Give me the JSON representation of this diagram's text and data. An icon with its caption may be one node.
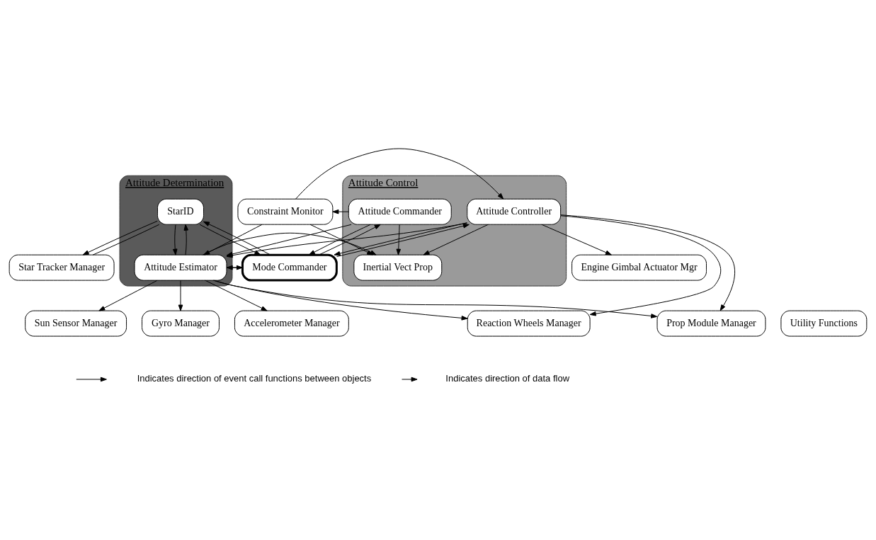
{
  "diagram": {
    "nodes": [
      {
        "text": [
          "Mode Commander"
        ]
      },
      {
        "text": [
          "Attitude Determination"
        ]
      },
      {
        "text": [
          "StarID"
        ],
        "in": 1
      },
      {
        "text": [
          "Attitude Estimator"
        ],
        "in": 1
      },
      {
        "text": [
          "Constraint Monitor"
        ]
      },
      {
        "text": [
          "Attitude Control"
        ]
      },
      {
        "text": [
          "Attitude Commander"
        ],
        "in": 5
      },
      {
        "text": [
          "Inertial Vect Prop"
        ],
        "in": 5
      },
      {
        "text": [
          "Attitude Controller"
        ],
        "in": 5
      },
      {
        "text": [
          "Star Tracker Manager"
        ]
      },
      {
        "text": [
          "Sun Sensor Manager"
        ]
      },
      {
        "text": [
          "Gyro Manager"
        ]
      },
      {
        "text": [
          "Accelerometer Manager"
        ]
      },
      {
        "text": [
          "Reaction Wheels Manager"
        ]
      },
      {
        "text": [
          "Prop Module Manager"
        ]
      },
      {
        "text": [
          "Engine Gimbal Actuator Mgr"
        ]
      },
      {
        "text": [
          "Utility Functions"
        ]
      }
    ],
    "edges": [
      {
        "from": 0,
        "to": 2,
        "arrow": "to"
      },
      {
        "from": 2,
        "to": 0,
        "arrow": "to"
      },
      {
        "from": 0,
        "to": 3,
        "arrow": "to"
      },
      {
        "from": 3,
        "to": 0,
        "arrow": "to"
      },
      {
        "from": 0,
        "to": 6,
        "arrow": "to"
      },
      {
        "from": 6,
        "to": 0,
        "arrow": "to"
      },
      {
        "from": 0,
        "to": 8,
        "arrow": "to"
      },
      {
        "from": 8,
        "to": 0,
        "arrow": "to"
      },
      {
        "from": 2,
        "to": 3,
        "arrow": "to"
      },
      {
        "from": 3,
        "to": 2,
        "arrow": "to"
      },
      {
        "from": 4,
        "to": 3,
        "arrow": "to"
      },
      {
        "from": 6,
        "to": 3,
        "arrow": "to"
      },
      {
        "from": 6,
        "to": 4,
        "arrow": "to"
      },
      {
        "from": 6,
        "to": 7,
        "arrow": "to"
      },
      {
        "from": 4,
        "to": 7,
        "arrow": "to"
      },
      {
        "from": 3,
        "to": 7,
        "arrow": "to"
      },
      {
        "from": 8,
        "to": 7,
        "arrow": "to"
      },
      {
        "from": 4,
        "to": 8,
        "arrow": "to"
      },
      {
        "from": 8,
        "to": 3,
        "arrow": "to"
      },
      {
        "from": 2,
        "to": 9,
        "arrow": "to"
      },
      {
        "from": 9,
        "to": 2,
        "arrow": "none"
      },
      {
        "from": 3,
        "to": 10,
        "arrow": "to"
      },
      {
        "from": 3,
        "to": 11,
        "arrow": "to"
      },
      {
        "from": 3,
        "to": 12,
        "arrow": "to"
      },
      {
        "from": 3,
        "to": 13,
        "arrow": "to"
      },
      {
        "from": 3,
        "to": 14,
        "arrow": "to"
      },
      {
        "from": 8,
        "to": 13,
        "arrow": "to"
      },
      {
        "from": 8,
        "to": 14,
        "arrow": "to"
      },
      {
        "from": 8,
        "to": 15,
        "arrow": "to"
      }
    ],
    "legend": [
      {
        "text": "Indicates direction of event call functions between objects"
      },
      {
        "text": "Indicates direction of data flow"
      }
    ]
  }
}
